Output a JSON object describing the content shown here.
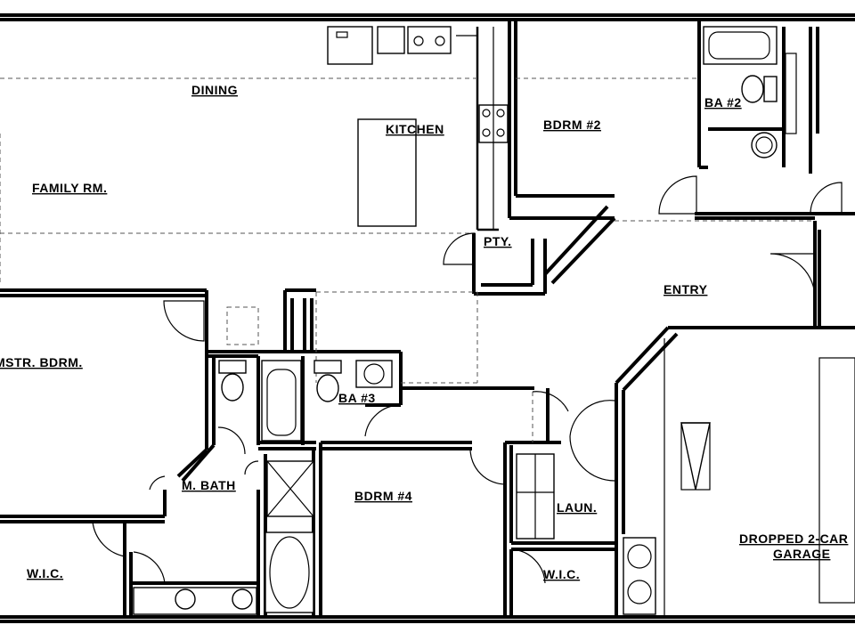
{
  "rooms": {
    "dining": "DINING",
    "kitchen": "KITCHEN",
    "family": "FAMILY RM.",
    "bdrm2": "BDRM #2",
    "ba2": "BA #2",
    "pty": "PTY.",
    "entry": "ENTRY",
    "master": "MSTR. BDRM.",
    "ba3": "BA #3",
    "mbath": "M. BATH",
    "bdrm4": "BDRM #4",
    "laun": "LAUN.",
    "wic_left": "W.I.C.",
    "wic_right": "W.I.C.",
    "garage_line1": "DROPPED 2-CAR",
    "garage_line2": "GARAGE"
  }
}
